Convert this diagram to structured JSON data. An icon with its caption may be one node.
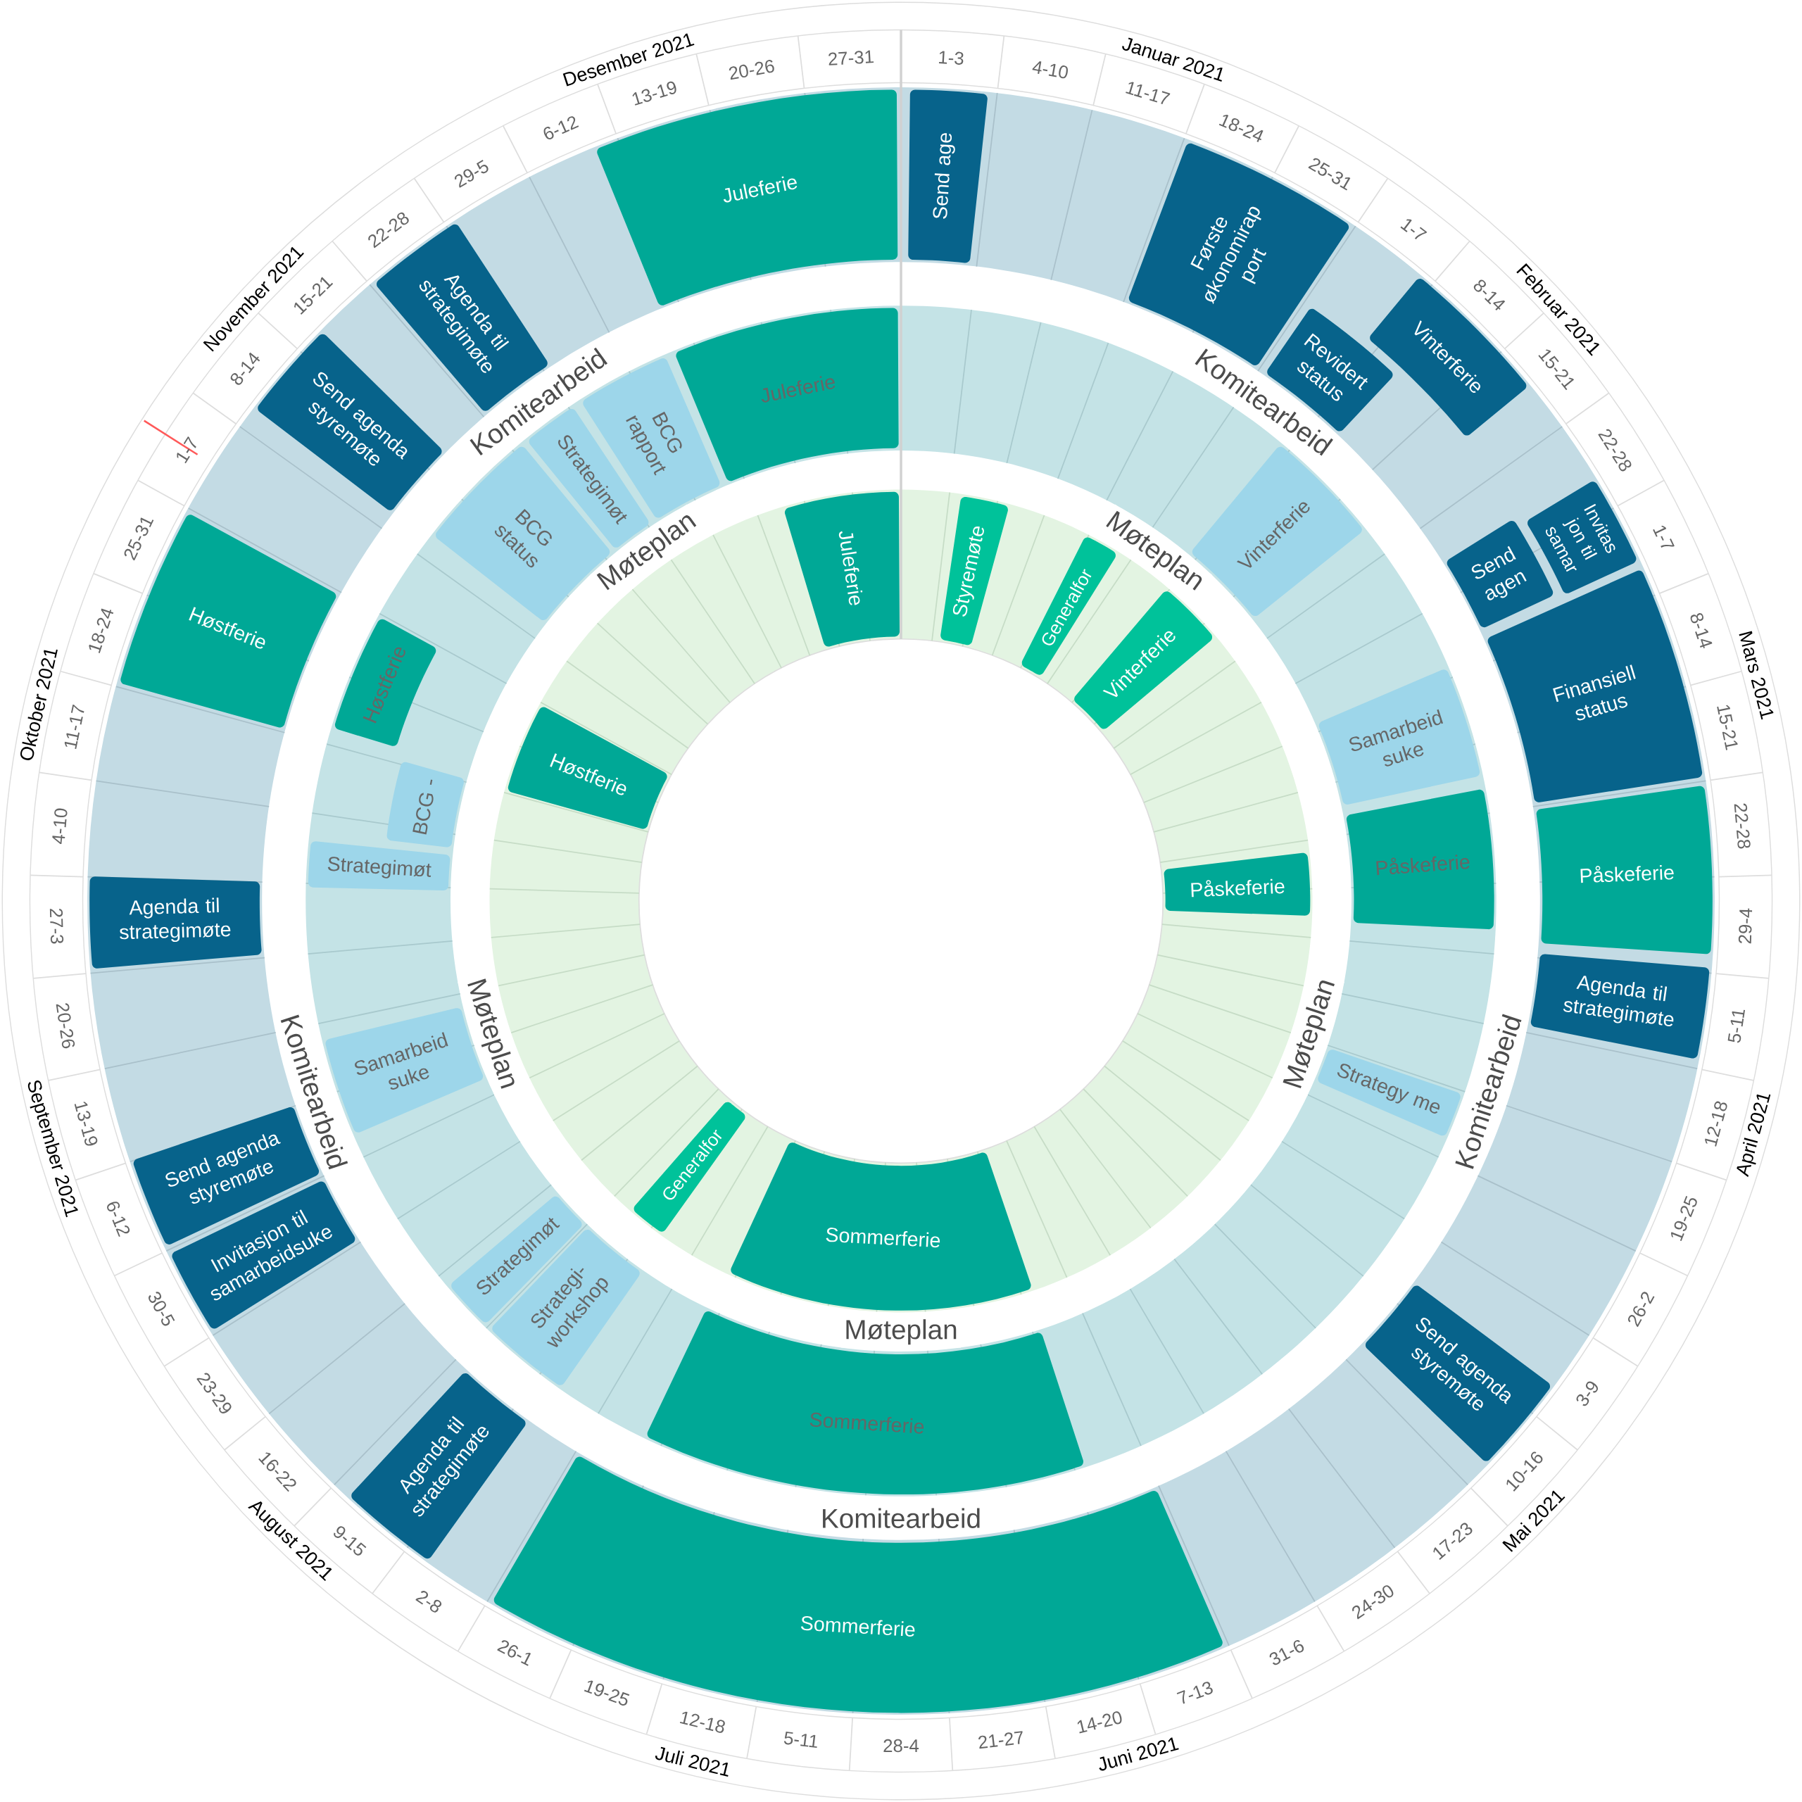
{
  "diagram": {
    "nodes": [
      {
        "text": [
          "Send age"
        ]
      },
      {
        "text": [
          "Første økonomirap port"
        ]
      },
      {
        "text": [
          "Revidert status"
        ]
      },
      {
        "text": [
          "Vinterferie"
        ]
      },
      {
        "text": [
          "Send agen"
        ]
      },
      {
        "text": [
          "Invitas jon til samar"
        ]
      },
      {
        "text": [
          "Finansiell status"
        ]
      },
      {
        "text": [
          "Påskeferie"
        ]
      },
      {
        "text": [
          "Agenda til strategimøte"
        ]
      },
      {
        "text": [
          "Send agenda styremøte"
        ]
      },
      {
        "text": [
          "Sommerferie"
        ]
      },
      {
        "text": [
          "Agenda til strategimøte"
        ]
      },
      {
        "text": [
          "Invitasjon til samarbeidsuke"
        ]
      },
      {
        "text": [
          "Send agenda styremøte"
        ]
      },
      {
        "text": [
          "Agenda til strategimøte"
        ]
      },
      {
        "text": [
          "Høstferie"
        ]
      },
      {
        "text": [
          "Send agenda styremøte"
        ]
      },
      {
        "text": [
          "Agenda til strategimøte"
        ]
      },
      {
        "text": [
          "Juleferie"
        ]
      },
      {
        "text": [
          "Vinterferie"
        ]
      },
      {
        "text": [
          "Samarbeid suke"
        ]
      },
      {
        "text": [
          "Påskeferie"
        ]
      },
      {
        "text": [
          "Strategy me"
        ]
      },
      {
        "text": [
          "Sommerferie"
        ]
      },
      {
        "text": [
          "Strategi- workshop"
        ]
      },
      {
        "text": [
          "Strategimøt"
        ]
      },
      {
        "text": [
          "Samarbeid suke"
        ]
      },
      {
        "text": [
          "Strategimøt"
        ]
      },
      {
        "text": [
          "BCG -"
        ]
      },
      {
        "text": [
          "Høstferie"
        ]
      },
      {
        "text": [
          "BCG status"
        ]
      },
      {
        "text": [
          "Strategimøt"
        ]
      },
      {
        "text": [
          "BCG rapport"
        ]
      },
      {
        "text": [
          "Juleferie"
        ]
      },
      {
        "text": [
          "Styremøte"
        ]
      },
      {
        "text": [
          "Generalfor"
        ]
      },
      {
        "text": [
          "Vinterferie"
        ]
      },
      {
        "text": [
          "Påskeferie"
        ]
      },
      {
        "text": [
          "Sommerferie"
        ]
      },
      {
        "text": [
          "Generalfor"
        ]
      },
      {
        "text": [
          "Høstferie"
        ]
      },
      {
        "text": [
          "Juleferie"
        ]
      }
    ],
    "labels": [
      "Januar 2021",
      "Februar 2021",
      "Mars 2021",
      "April 2021",
      "Mai 2021",
      "Juni 2021",
      "Juli 2021",
      "August 2021",
      "September 2021",
      "Oktober 2021",
      "November 2021",
      "Desember 2021",
      "1-3",
      "4-10",
      "11-17",
      "18-24",
      "25-31",
      "1-7",
      "8-14",
      "15-21",
      "22-28",
      "1-7",
      "8-14",
      "15-21",
      "22-28",
      "29-4",
      "5-11",
      "12-18",
      "19-25",
      "26-2",
      "3-9",
      "10-16",
      "17-23",
      "24-30",
      "31-6",
      "7-13",
      "14-20",
      "21-27",
      "28-4",
      "5-11",
      "12-18",
      "19-25",
      "26-1",
      "2-8",
      "9-15",
      "16-22",
      "23-29",
      "30-5",
      "6-12",
      "13-19",
      "20-26",
      "27-3",
      "4-10",
      "11-17",
      "18-24",
      "25-31",
      "1-7",
      "8-14",
      "15-21",
      "22-28",
      "29-5",
      "6-12",
      "13-19",
      "20-26",
      "27-31",
      "Komitearbeid",
      "Komitearbeid",
      "Komitearbeid",
      "Komitearbeid",
      "Komitearbeid",
      "Møteplan",
      "Møteplan",
      "Møteplan",
      "Møteplan",
      "Møteplan"
    ]
  }
}
